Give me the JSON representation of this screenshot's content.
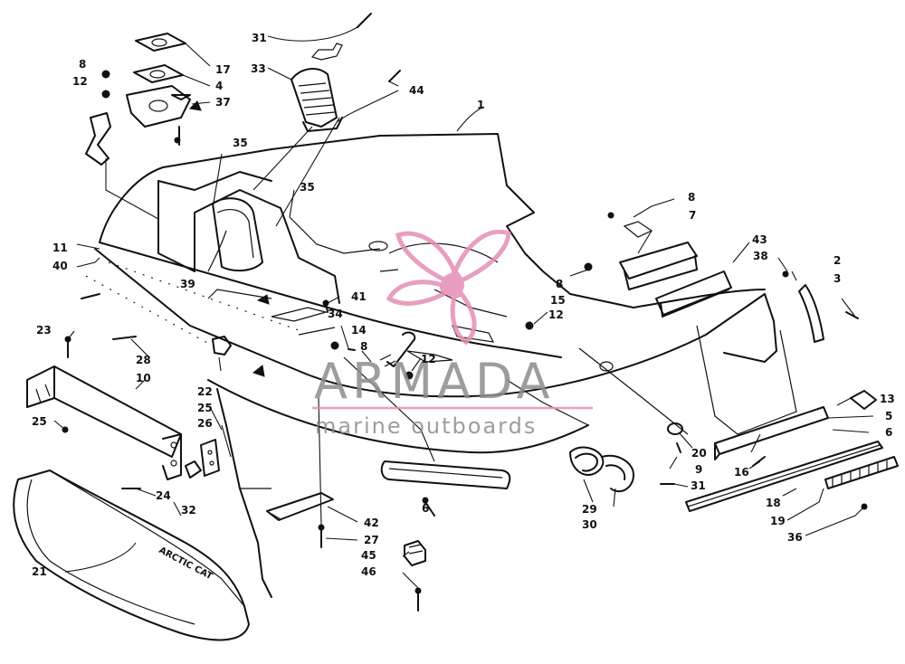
{
  "watermark": {
    "title": "ARMADA",
    "subtitle": "marine outboards",
    "accent_color": "#e58fb4",
    "text_color": "#8d8d8d"
  },
  "bumper_brand": "ARCTIC CAT",
  "callouts": [
    {
      "id": "c31a",
      "text": "31"
    },
    {
      "id": "c33",
      "text": "33"
    },
    {
      "id": "c44",
      "text": "44"
    },
    {
      "id": "c1",
      "text": "1"
    },
    {
      "id": "c8a",
      "text": "8"
    },
    {
      "id": "c12a",
      "text": "12"
    },
    {
      "id": "c17",
      "text": "17"
    },
    {
      "id": "c4",
      "text": "4"
    },
    {
      "id": "c37",
      "text": "37"
    },
    {
      "id": "c35a",
      "text": "35"
    },
    {
      "id": "c35b",
      "text": "35"
    },
    {
      "id": "c11",
      "text": "11"
    },
    {
      "id": "c40",
      "text": "40"
    },
    {
      "id": "c39",
      "text": "39"
    },
    {
      "id": "c8b",
      "text": "8"
    },
    {
      "id": "c7",
      "text": "7"
    },
    {
      "id": "c43",
      "text": "43"
    },
    {
      "id": "c38",
      "text": "38"
    },
    {
      "id": "c2",
      "text": "2"
    },
    {
      "id": "c3",
      "text": "3"
    },
    {
      "id": "c8c",
      "text": "8"
    },
    {
      "id": "c15",
      "text": "15"
    },
    {
      "id": "c12b",
      "text": "12"
    },
    {
      "id": "c41",
      "text": "41"
    },
    {
      "id": "c34",
      "text": "34"
    },
    {
      "id": "c14",
      "text": "14"
    },
    {
      "id": "c8d",
      "text": "8"
    },
    {
      "id": "c12c",
      "text": "12"
    },
    {
      "id": "c23",
      "text": "23"
    },
    {
      "id": "c28",
      "text": "28"
    },
    {
      "id": "c10",
      "text": "10"
    },
    {
      "id": "c22",
      "text": "22"
    },
    {
      "id": "c25a",
      "text": "25"
    },
    {
      "id": "c26",
      "text": "26"
    },
    {
      "id": "c25b",
      "text": "25"
    },
    {
      "id": "c13",
      "text": "13"
    },
    {
      "id": "c5",
      "text": "5"
    },
    {
      "id": "c6a",
      "text": "6"
    },
    {
      "id": "c20",
      "text": "20"
    },
    {
      "id": "c9",
      "text": "9"
    },
    {
      "id": "c16",
      "text": "16"
    },
    {
      "id": "c31b",
      "text": "31"
    },
    {
      "id": "c24",
      "text": "24"
    },
    {
      "id": "c32",
      "text": "32"
    },
    {
      "id": "c6b",
      "text": "6"
    },
    {
      "id": "c42",
      "text": "42"
    },
    {
      "id": "c27",
      "text": "27"
    },
    {
      "id": "c29",
      "text": "29"
    },
    {
      "id": "c30",
      "text": "30"
    },
    {
      "id": "c18",
      "text": "18"
    },
    {
      "id": "c19",
      "text": "19"
    },
    {
      "id": "c36",
      "text": "36"
    },
    {
      "id": "c21",
      "text": "21"
    },
    {
      "id": "c45",
      "text": "45"
    },
    {
      "id": "c46",
      "text": "46"
    }
  ]
}
